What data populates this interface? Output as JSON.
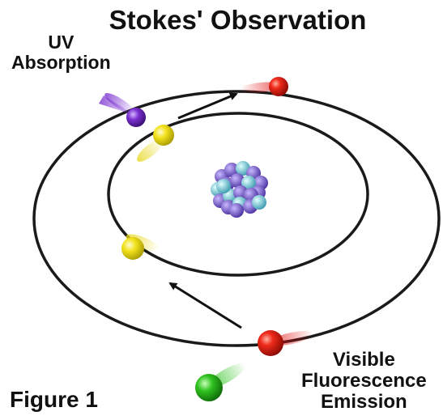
{
  "title": "Stokes' Observation",
  "uv_label": [
    "UV",
    "Absorption"
  ],
  "visible_label": [
    "Visible",
    "Fluorescence",
    "Emission"
  ],
  "figure_label": "Figure 1",
  "colors": {
    "orbit": "#1a1a1a",
    "uv_photon": "#7a2fd0",
    "electron": "#f2e21a",
    "excited_electron": "#e01010",
    "visible_photon": "#2fc21f",
    "nucleus_a": "#7a5fd6",
    "nucleus_b": "#6fd0e0"
  }
}
